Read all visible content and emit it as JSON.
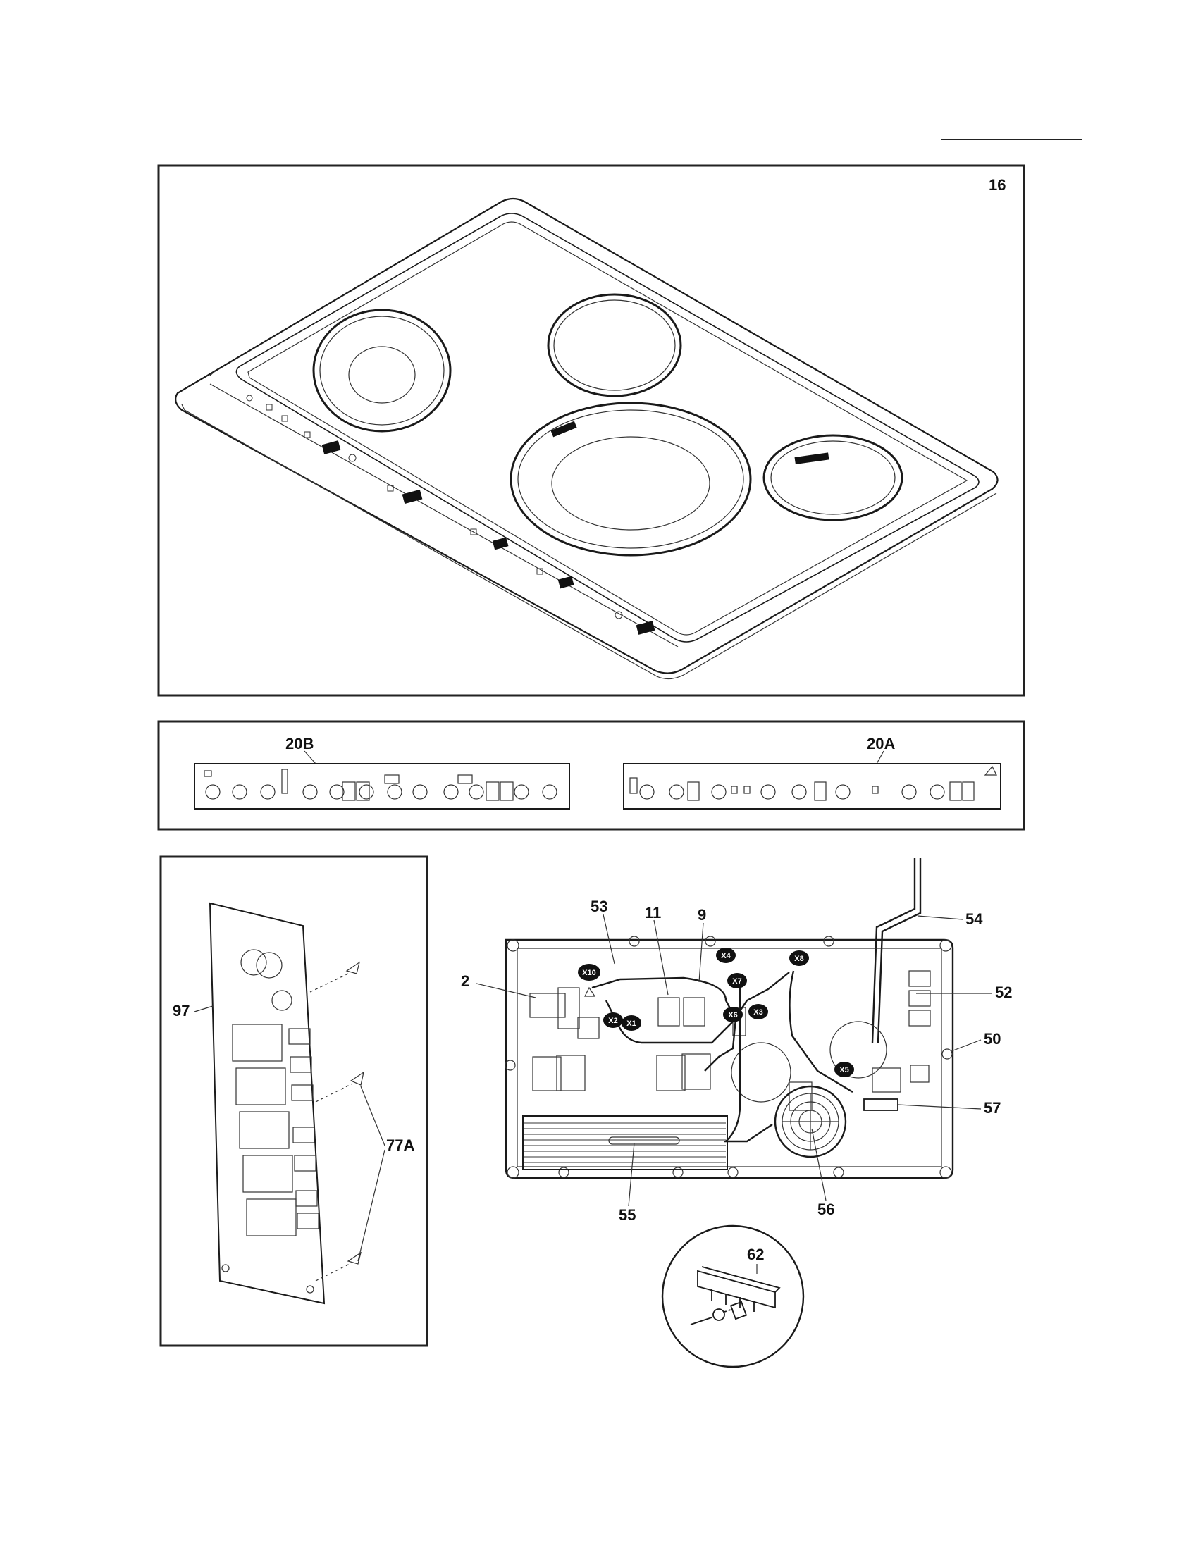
{
  "panels": {
    "cooktop": {
      "callout": "16"
    },
    "touch_controls": {
      "left_callout": "20B",
      "right_callout": "20A"
    },
    "board": {
      "callout_board": "97",
      "callout_clips": "77A"
    },
    "generator": {
      "callouts": {
        "c2": "2",
        "c9": "9",
        "c11": "11",
        "c50": "50",
        "c52": "52",
        "c53": "53",
        "c54": "54",
        "c55": "55",
        "c56": "56",
        "c57": "57",
        "c62": "62"
      },
      "connectors": [
        "X10",
        "X2",
        "X1",
        "X4",
        "X7",
        "X6",
        "X3",
        "X8",
        "X5"
      ]
    }
  },
  "colors": {
    "line": "#1a1a1a",
    "frame": "#222222",
    "background": "#ffffff"
  }
}
